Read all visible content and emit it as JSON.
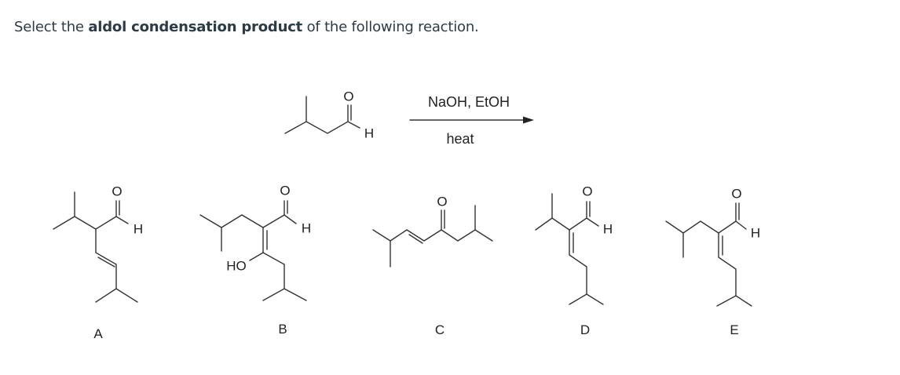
{
  "question": {
    "prefix": "Select the ",
    "bold": "aldol condensation product",
    "suffix": " of the following reaction."
  },
  "reaction": {
    "reagents_top": "NaOH, EtOH",
    "reagents_bottom": "heat",
    "reactant_atoms": {
      "O": "O",
      "H": "H"
    }
  },
  "options": [
    {
      "label": "A",
      "atoms": {
        "O": "O",
        "H": "H"
      }
    },
    {
      "label": "B",
      "atoms": {
        "O": "O",
        "H": "H",
        "OH": "HO"
      }
    },
    {
      "label": "C",
      "atoms": {
        "O": "O"
      }
    },
    {
      "label": "D",
      "atoms": {
        "O": "O",
        "H": "H"
      }
    },
    {
      "label": "E",
      "atoms": {
        "O": "O",
        "H": "H"
      }
    }
  ]
}
